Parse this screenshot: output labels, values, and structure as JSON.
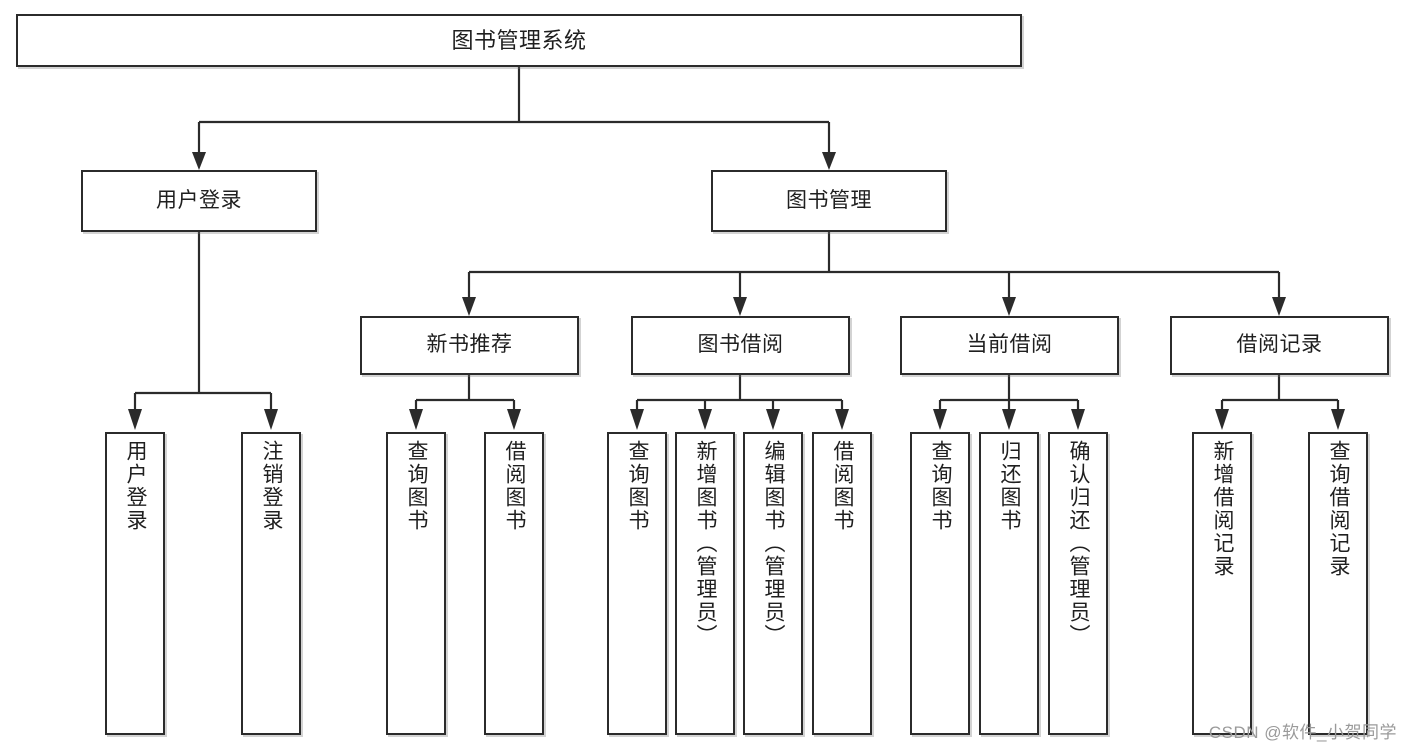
{
  "diagram": {
    "title": "图书管理系统",
    "type": "tree-hierarchy-chart",
    "watermark": "CSDN @软件_小贺同学",
    "colors": {
      "box_border": "#2b2b2b",
      "box_fill": "#ffffff",
      "connector": "#2b2b2b",
      "text": "#1f1f1f",
      "watermark": "#9a9a9a"
    }
  },
  "nodes": {
    "root": {
      "label": "图书管理系统"
    },
    "level2": [
      {
        "label": "用户登录"
      },
      {
        "label": "图书管理"
      }
    ],
    "level3": [
      {
        "label": "新书推荐"
      },
      {
        "label": "图书借阅"
      },
      {
        "label": "当前借阅"
      },
      {
        "label": "借阅记录"
      }
    ],
    "leaves": {
      "user_login": [
        {
          "label": "用户登录"
        },
        {
          "label": "注销登录"
        }
      ],
      "new_book_recommend": [
        {
          "label": "查询图书"
        },
        {
          "label": "借阅图书"
        }
      ],
      "book_borrow": [
        {
          "label": "查询图书"
        },
        {
          "label": "新增图书（管理员）"
        },
        {
          "label": "编辑图书（管理员）"
        },
        {
          "label": "借阅图书"
        }
      ],
      "current_borrow": [
        {
          "label": "查询图书"
        },
        {
          "label": "归还图书"
        },
        {
          "label": "确认归还（管理员）"
        }
      ],
      "borrow_record": [
        {
          "label": "新增借阅记录"
        },
        {
          "label": "查询借阅记录"
        }
      ]
    }
  }
}
